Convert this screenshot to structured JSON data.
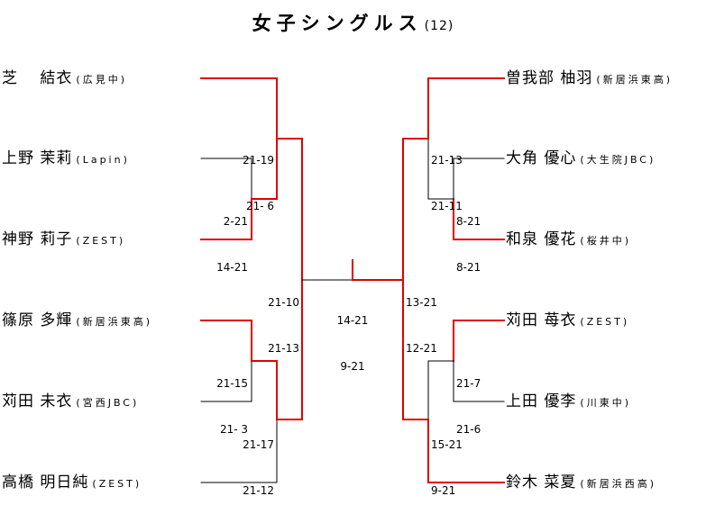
{
  "title": {
    "main": "女子シングルス",
    "sub": "(12)"
  },
  "colors": {
    "winner_line": "#e00000",
    "loser_line": "#000000"
  },
  "left_players": [
    {
      "name": "芝　 結衣",
      "school": "(広見中)"
    },
    {
      "name": "上野 茉莉",
      "school": "(Lapin)"
    },
    {
      "name": "神野 莉子",
      "school": "(ZEST)"
    },
    {
      "name": "篠原 多輝",
      "school": "(新居浜東高)"
    },
    {
      "name": "苅田 未衣",
      "school": "(宮西JBC)"
    },
    {
      "name": "高橋 明日純",
      "school": "(ZEST)"
    }
  ],
  "right_players": [
    {
      "name": "曽我部 柚羽",
      "school": "(新居浜東高)"
    },
    {
      "name": "大角 優心",
      "school": "(大生院JBC)"
    },
    {
      "name": "和泉 優花",
      "school": "(桜井中)"
    },
    {
      "name": "苅田 苺衣",
      "school": "(ZEST)"
    },
    {
      "name": "上田 優李",
      "school": "(川東中)"
    },
    {
      "name": "鈴木 菜夏",
      "school": "(新居浜西高)"
    }
  ],
  "scores": {
    "left_top_r1": [
      "2-21",
      "14-21"
    ],
    "left_top_r2": [
      "21-19",
      "21- 6"
    ],
    "left_bottom_r1": [
      "21-15",
      "21- 3"
    ],
    "left_bottom_r2": [
      "21-17",
      "21-12"
    ],
    "left_semi": [
      "21-10",
      "21-13"
    ],
    "right_top_r1": [
      "8-21",
      "8-21"
    ],
    "right_top_r2": [
      "21-13",
      "21-11"
    ],
    "right_bottom_r1": [
      "21-7",
      "21-6"
    ],
    "right_bottom_r2": [
      "15-21",
      "9-21"
    ],
    "right_semi": [
      "13-21",
      "12-21"
    ],
    "final": [
      "14-21",
      "9-21"
    ]
  }
}
